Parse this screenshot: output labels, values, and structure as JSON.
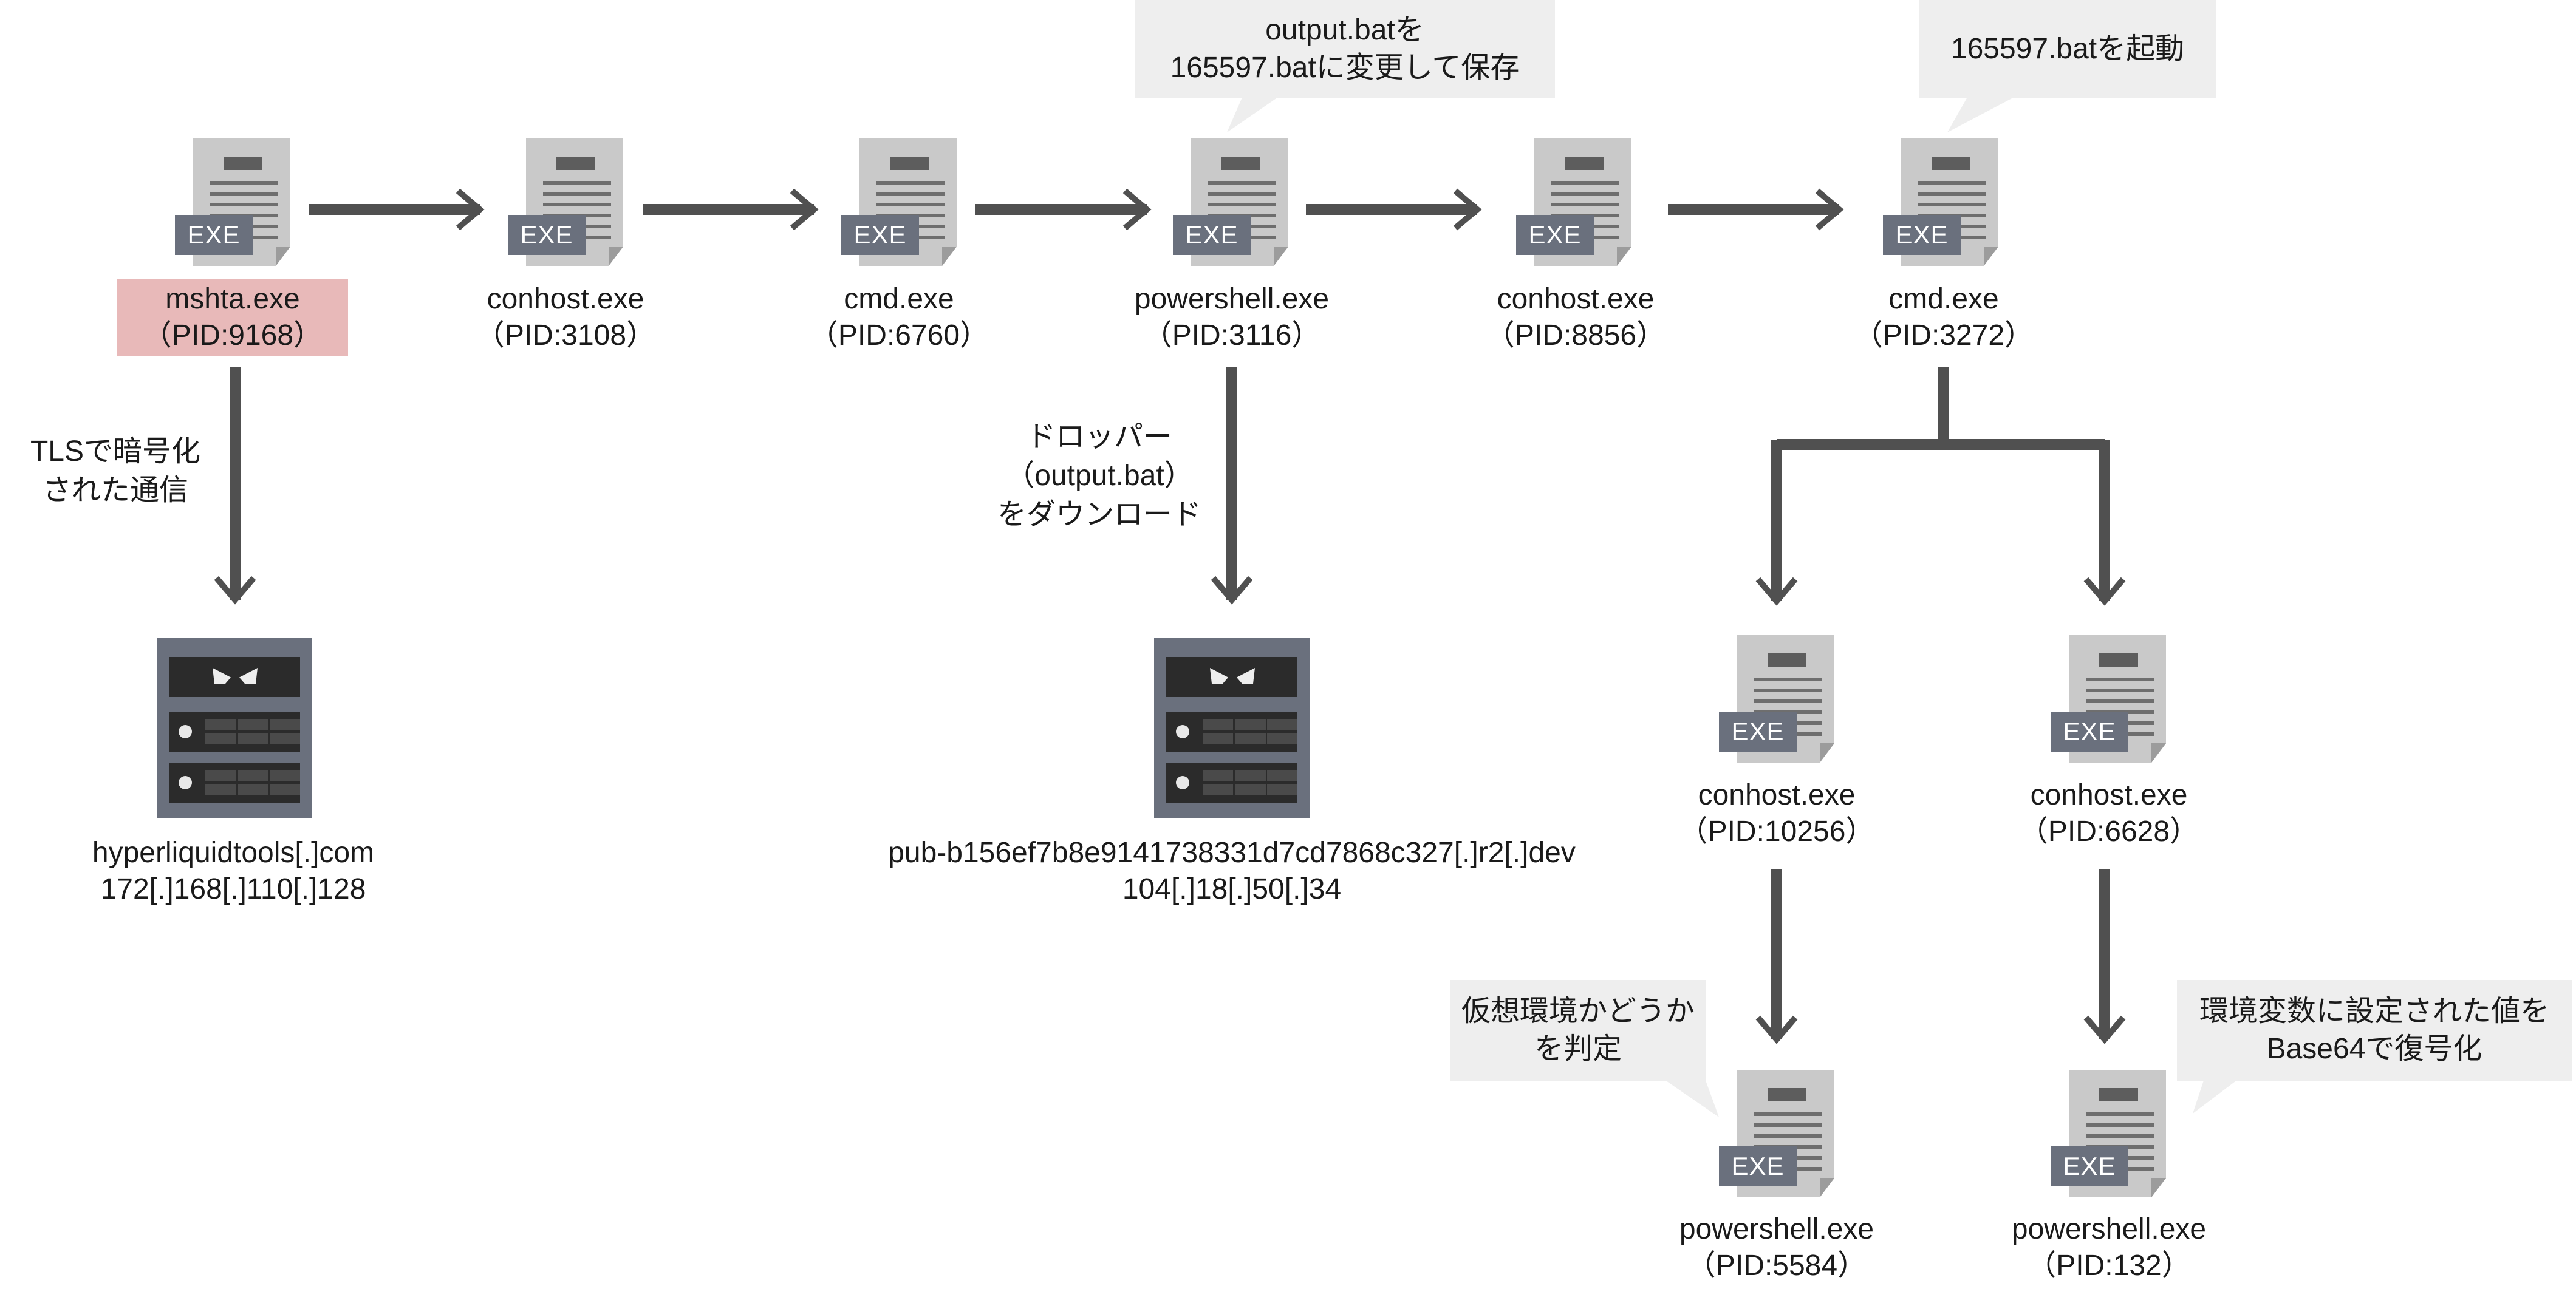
{
  "exe_badge": "EXE",
  "nodes": [
    {
      "id": "mshta",
      "name": "mshta.exe",
      "pid": "（PID:9168）",
      "highlight": true
    },
    {
      "id": "conhost1",
      "name": "conhost.exe",
      "pid": "（PID:3108）"
    },
    {
      "id": "cmd1",
      "name": "cmd.exe",
      "pid": "（PID:6760）"
    },
    {
      "id": "powershell1",
      "name": "powershell.exe",
      "pid": "（PID:3116）"
    },
    {
      "id": "conhost2",
      "name": "conhost.exe",
      "pid": "（PID:8856）"
    },
    {
      "id": "cmd2",
      "name": "cmd.exe",
      "pid": "（PID:3272）"
    },
    {
      "id": "conhost3",
      "name": "conhost.exe",
      "pid": "（PID:10256）"
    },
    {
      "id": "conhost4",
      "name": "conhost.exe",
      "pid": "（PID:6628）"
    },
    {
      "id": "powershell2",
      "name": "powershell.exe",
      "pid": "（PID:5584）"
    },
    {
      "id": "powershell3",
      "name": "powershell.exe",
      "pid": "（PID:132）"
    }
  ],
  "servers": [
    {
      "id": "server1",
      "host": "hyperliquidtools[.]com",
      "ip": "172[.]168[.]110[.]128"
    },
    {
      "id": "server2",
      "host": "pub-b156ef7b8e9141738331d7cd7868c327[.]r2[.]dev",
      "ip": "104[.]18[.]50[.]34"
    }
  ],
  "edge_labels": {
    "tls": [
      "TLSで暗号化",
      "された通信"
    ],
    "dropper": [
      "ドロッパー",
      "（output.bat）",
      "をダウンロード"
    ]
  },
  "callouts": {
    "rename": [
      "output.batを",
      "165597.batに変更して保存"
    ],
    "launch": [
      "165597.batを起動"
    ],
    "vm_check": [
      "仮想環境かどうか",
      "を判定"
    ],
    "decode": [
      "環境変数に設定された値を",
      "Base64で復号化"
    ]
  },
  "colors": {
    "arrow": "#505050",
    "highlight": "#e8b9b9",
    "badge": "#6a707d",
    "callout": "#eeeeee"
  }
}
